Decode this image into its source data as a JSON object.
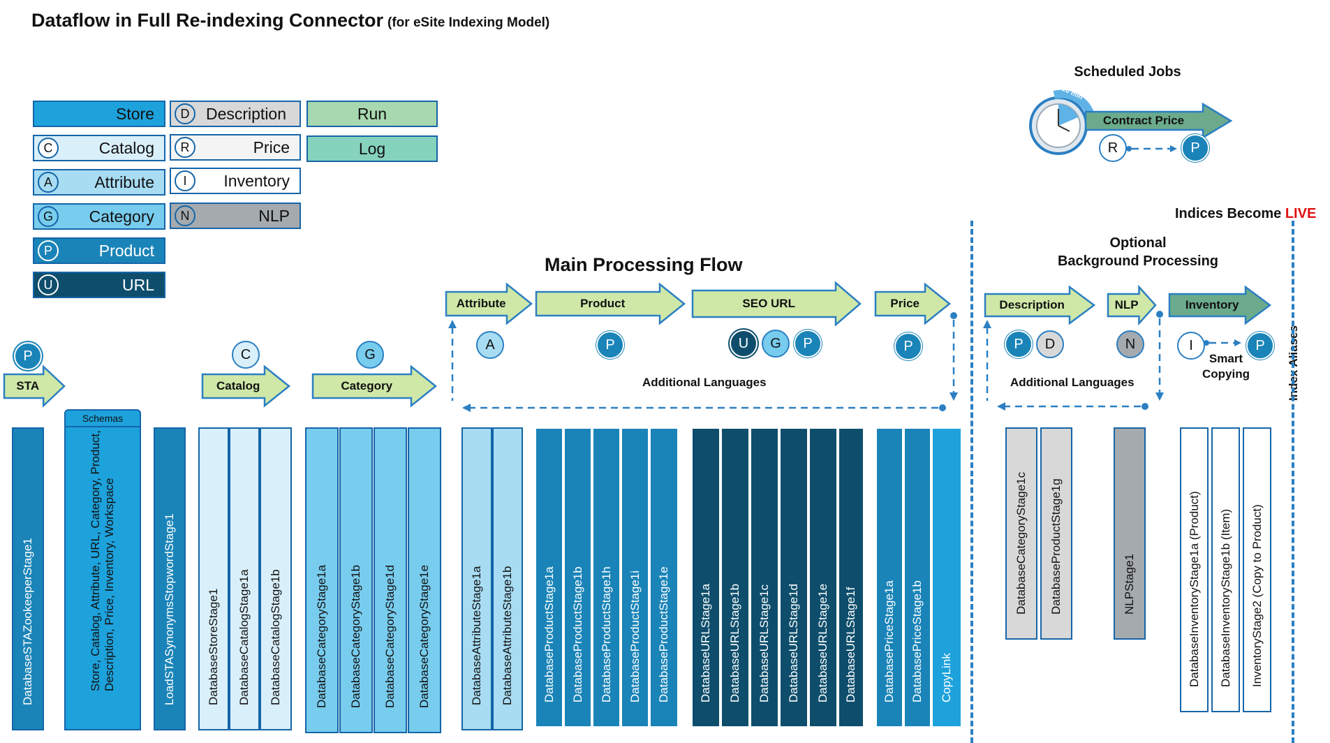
{
  "title": {
    "main": "Dataflow in Full Re-indexing Connector",
    "sub": "(for eSite Indexing Model)"
  },
  "legend": {
    "store": "Store",
    "catalog": {
      "letter": "C",
      "label": "Catalog"
    },
    "attribute": {
      "letter": "A",
      "label": "Attribute"
    },
    "category": {
      "letter": "G",
      "label": "Category"
    },
    "product": {
      "letter": "P",
      "label": "Product"
    },
    "url": {
      "letter": "U",
      "label": "URL"
    },
    "description": {
      "letter": "D",
      "label": "Description"
    },
    "price": {
      "letter": "R",
      "label": "Price"
    },
    "inventory": {
      "letter": "I",
      "label": "Inventory"
    },
    "nlp": {
      "letter": "N",
      "label": "NLP"
    },
    "run": "Run",
    "log": "Log"
  },
  "scheduled": {
    "title": "Scheduled Jobs",
    "timer": "10 min",
    "arrow": "Contract Price",
    "from": "R",
    "to": "P"
  },
  "headings": {
    "main_flow": "Main Processing Flow",
    "optional_line1": "Optional",
    "optional_line2": "Background Processing",
    "indices_live_prefix": "Indices Become ",
    "indices_live_word": "LIVE",
    "index_aliases": "Index Aliases",
    "additional_languages_1": "Additional Languages",
    "additional_languages_2": "Additional Languages",
    "smart_copying": "Smart Copying",
    "schemas": "Schemas"
  },
  "arrows": {
    "sta": "STA",
    "catalog": "Catalog",
    "category": "Category",
    "attribute": "Attribute",
    "product": "Product",
    "seo_url": "SEO URL",
    "price": "Price",
    "description": "Description",
    "nlp": "NLP",
    "inventory": "Inventory"
  },
  "badges": {
    "sta": "P",
    "catalog": "C",
    "category": "G",
    "attribute": "A",
    "product": "P",
    "seo_u": "U",
    "seo_g": "G",
    "seo_p": "P",
    "price": "P",
    "desc_p": "P",
    "desc_d": "D",
    "nlp": "N",
    "inv_i": "I",
    "inv_p": "P"
  },
  "stages": {
    "sta_zookeeper": "DatabaseSTAZookeeperStage1",
    "schemas_list": "Store, Catalog, Attribute, URL, Category, Product, Description, Price, Inventory, Workspace",
    "sta_synonyms": "LoadSTASynonymsStopwordStage1",
    "store1": "DatabaseStoreStage1",
    "catalog1a": "DatabaseCatalogStage1a",
    "catalog1b": "DatabaseCatalogStage1b",
    "category1a": "DatabaseCategoryStage1a",
    "category1b": "DatabaseCategoryStage1b",
    "category1d": "DatabaseCategoryStage1d",
    "category1e": "DatabaseCategoryStage1e",
    "attribute1a": "DatabaseAttributeStage1a",
    "attribute1b": "DatabaseAttributeStage1b",
    "product1a": "DatabaseProductStage1a",
    "product1b": "DatabaseProductStage1b",
    "product1h": "DatabaseProductStage1h",
    "product1i": "DatabaseProductStage1i",
    "product1e": "DatabaseProductStage1e",
    "url1a": "DatabaseURLStage1a",
    "url1b": "DatabaseURLStage1b",
    "url1c": "DatabaseURLStage1c",
    "url1d": "DatabaseURLStage1d",
    "url1e": "DatabaseURLStage1e",
    "url1f": "DatabaseURLStage1f",
    "price1a": "DatabasePriceStage1a",
    "price1b": "DatabasePriceStage1b",
    "copylink": "CopyLink",
    "category1c": "DatabaseCategoryStage1c",
    "product1g": "DatabaseProductStage1g",
    "nlp1": "NLPStage1",
    "inventory1a": "DatabaseInventoryStage1a (Product)",
    "inventory1b": "DatabaseInventoryStage1b (Item)",
    "inventory2": "InventoryStage2 (Copy to Product)"
  },
  "colors": {
    "store": "#1ea2dc",
    "catalog": "#d9effa",
    "attribute": "#a8dcf3",
    "category": "#78ccee",
    "product": "#1a84b8",
    "url": "#0e4e6c",
    "description": "#d8d8d8",
    "price": "#ffffff",
    "inventory": "#ffffff",
    "nlp": "#a5aaae",
    "run": "#a8d8b0",
    "log": "#86d3bd",
    "arrow_fill": "#cfe8a8",
    "live": "#e01010",
    "accent": "#2b7fc2"
  }
}
